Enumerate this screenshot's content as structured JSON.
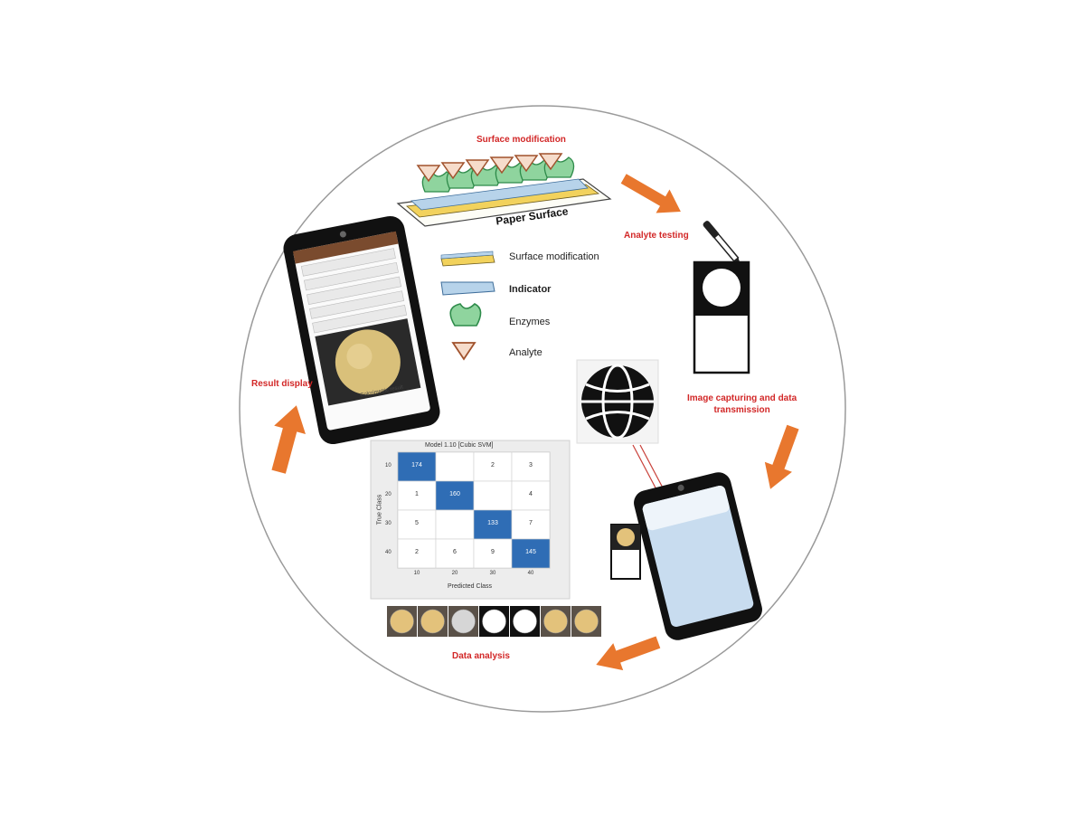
{
  "steps": {
    "surface_modification": "Surface modification",
    "analyte_testing": "Analyte testing",
    "image_capturing_line1": "Image capturing and data",
    "image_capturing_line2": "transmission",
    "data_analysis": "Data analysis",
    "result_display": "Result display"
  },
  "paper_surface_label": "Paper Surface",
  "legend": {
    "items": [
      {
        "label": "Surface modification",
        "icon": "yellow-strip"
      },
      {
        "label": "Indicator",
        "icon": "blue-strip"
      },
      {
        "label": "Enzymes",
        "icon": "green-enzyme"
      },
      {
        "label": "Analyte",
        "icon": "brown-triangle"
      }
    ]
  },
  "confusion_matrix": {
    "title": "Model 1.10 [Cubic SVM]",
    "ylabel": "True Class",
    "xlabel": "Predicted Class",
    "classes": [
      "10",
      "20",
      "30",
      "40"
    ],
    "cells": [
      [
        "174",
        "",
        "2",
        "3"
      ],
      [
        "1",
        "160",
        "",
        "4"
      ],
      [
        "5",
        "",
        "133",
        "7"
      ],
      [
        "2",
        "6",
        "9",
        "145"
      ]
    ]
  },
  "result_phone_caption": "Colorimetric result",
  "colors": {
    "step_label": "#d22727",
    "arrow": "#e8772e",
    "matrix_blue": "#2f6db5",
    "enzyme_green": "#3aa655",
    "analyte_brown": "#a0522d",
    "surface_yellow": "#f2d25c",
    "indicator_blue": "#b7d3ea"
  },
  "sample_swatches": [
    "tan",
    "tan",
    "grey",
    "white",
    "white",
    "tan",
    "tan"
  ]
}
